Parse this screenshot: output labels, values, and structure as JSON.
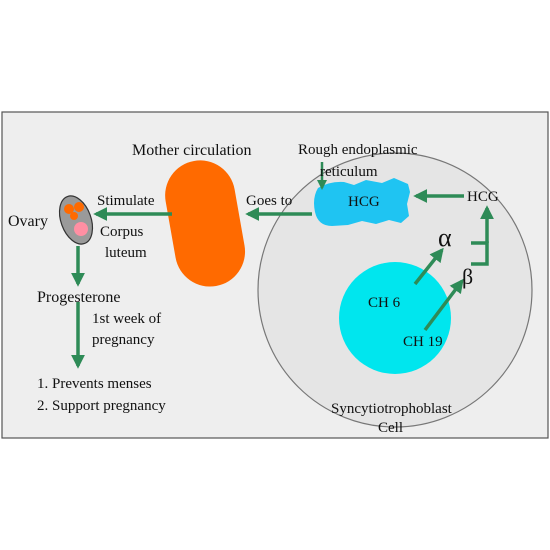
{
  "labels": {
    "mother_circulation": "Mother circulation",
    "rough_er_line1": "Rough endoplasmic",
    "rough_er_line2": "reticulum",
    "hcg_in_er": "HCG",
    "hcg_right": "HCG",
    "goes_to": "Goes to",
    "stimulate": "Stimulate",
    "ovary": "Ovary",
    "corpus_line1": "Corpus",
    "corpus_line2": "luteum",
    "progesterone": "Progesterone",
    "first_week_line1": "1st week of",
    "first_week_line2": "pregnancy",
    "effect_1": "1. Prevents menses",
    "effect_2": "2. Support pregnancy",
    "alpha": "α",
    "beta": "β",
    "ch6": "CH 6",
    "ch19": "CH 19",
    "cell_line1": "Syncytiotrophoblast",
    "cell_line2": "Cell"
  },
  "colors": {
    "background_panel": "#eeeeee",
    "cell_fill": "#e5e5e5",
    "nucleus": "#00e6ee",
    "er_fill": "#1fc4f2",
    "mother_vessel": "#ff6a00",
    "arrow": "#2e8b57",
    "ovary": "#9a9a9a",
    "follicle": "#ff6a00",
    "corpus_luteum": "#ff8fa3"
  }
}
